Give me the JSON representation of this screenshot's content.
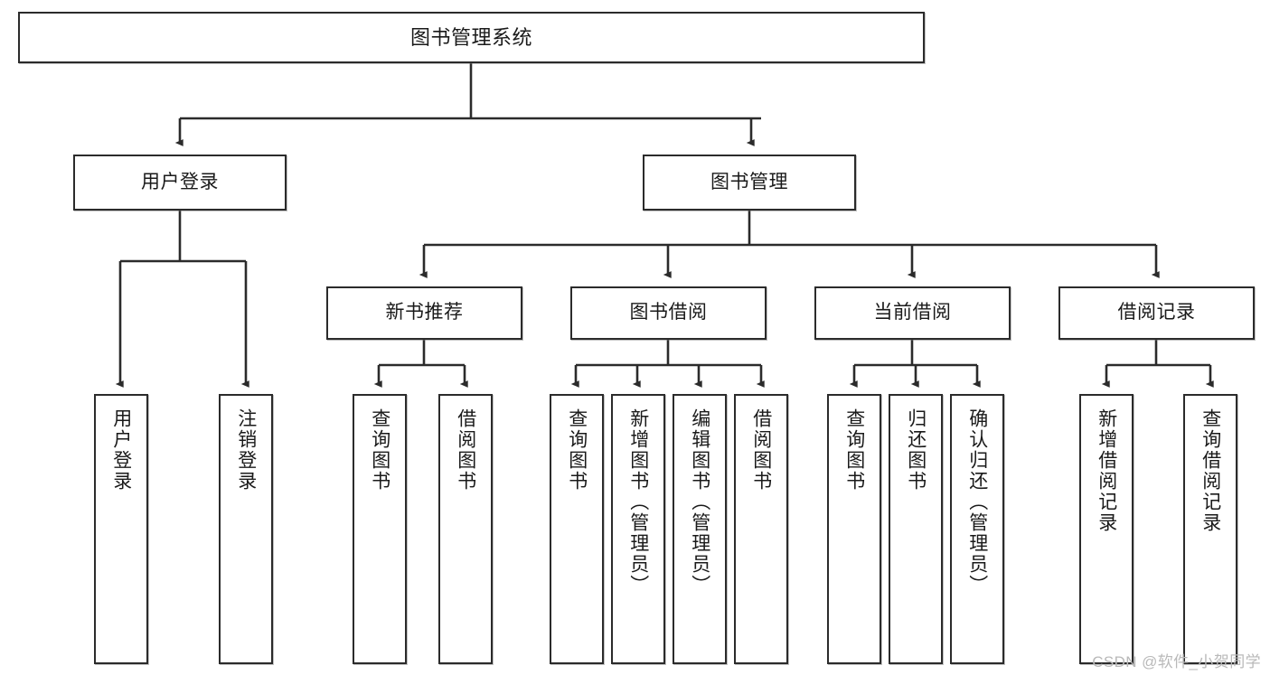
{
  "diagram": {
    "title": "图书管理系统",
    "type": "tree",
    "watermark": "CSDN @软件_小贺同学",
    "stroke_color": "#2b2b2b",
    "fill_color": "#ffffff",
    "text_color": "#1a1a1a",
    "watermark_color": "#b9b9b9"
  },
  "nodes": {
    "root": {
      "label": "图书管理系统",
      "orientation": "horizontal",
      "level": 0
    },
    "user_login": {
      "label": "用户登录",
      "orientation": "horizontal",
      "level": 1
    },
    "book_manage": {
      "label": "图书管理",
      "orientation": "horizontal",
      "level": 1
    },
    "new_book_rec": {
      "label": "新书推荐",
      "orientation": "horizontal",
      "level": 2
    },
    "book_borrow": {
      "label": "图书借阅",
      "orientation": "horizontal",
      "level": 2
    },
    "current_borrow": {
      "label": "当前借阅",
      "orientation": "horizontal",
      "level": 2
    },
    "borrow_record": {
      "label": "借阅记录",
      "orientation": "horizontal",
      "level": 2
    },
    "leaf_user_login": {
      "label": "用户登录",
      "orientation": "vertical",
      "level": 2,
      "parent": "user_login"
    },
    "leaf_logout": {
      "label": "注销登录",
      "orientation": "vertical",
      "level": 2,
      "parent": "user_login"
    },
    "leaf_query_book_1": {
      "label": "查询图书",
      "orientation": "vertical",
      "level": 3,
      "parent": "new_book_rec"
    },
    "leaf_borrow_book_1": {
      "label": "借阅图书",
      "orientation": "vertical",
      "level": 3,
      "parent": "new_book_rec"
    },
    "leaf_query_book_2": {
      "label": "查询图书",
      "orientation": "vertical",
      "level": 3,
      "parent": "book_borrow"
    },
    "leaf_add_book": {
      "label": "新增图书（管理员）",
      "orientation": "vertical",
      "level": 3,
      "parent": "book_borrow"
    },
    "leaf_edit_book": {
      "label": "编辑图书（管理员）",
      "orientation": "vertical",
      "level": 3,
      "parent": "book_borrow"
    },
    "leaf_borrow_book_2": {
      "label": "借阅图书",
      "orientation": "vertical",
      "level": 3,
      "parent": "book_borrow"
    },
    "leaf_query_book_3": {
      "label": "查询图书",
      "orientation": "vertical",
      "level": 3,
      "parent": "current_borrow"
    },
    "leaf_return_book": {
      "label": "归还图书",
      "orientation": "vertical",
      "level": 3,
      "parent": "current_borrow"
    },
    "leaf_confirm_return": {
      "label": "确认归还（管理员）",
      "orientation": "vertical",
      "level": 3,
      "parent": "current_borrow"
    },
    "leaf_add_record": {
      "label": "新增借阅记录",
      "orientation": "vertical",
      "level": 3,
      "parent": "borrow_record"
    },
    "leaf_query_record": {
      "label": "查询借阅记录",
      "orientation": "vertical",
      "level": 3,
      "parent": "borrow_record"
    }
  }
}
